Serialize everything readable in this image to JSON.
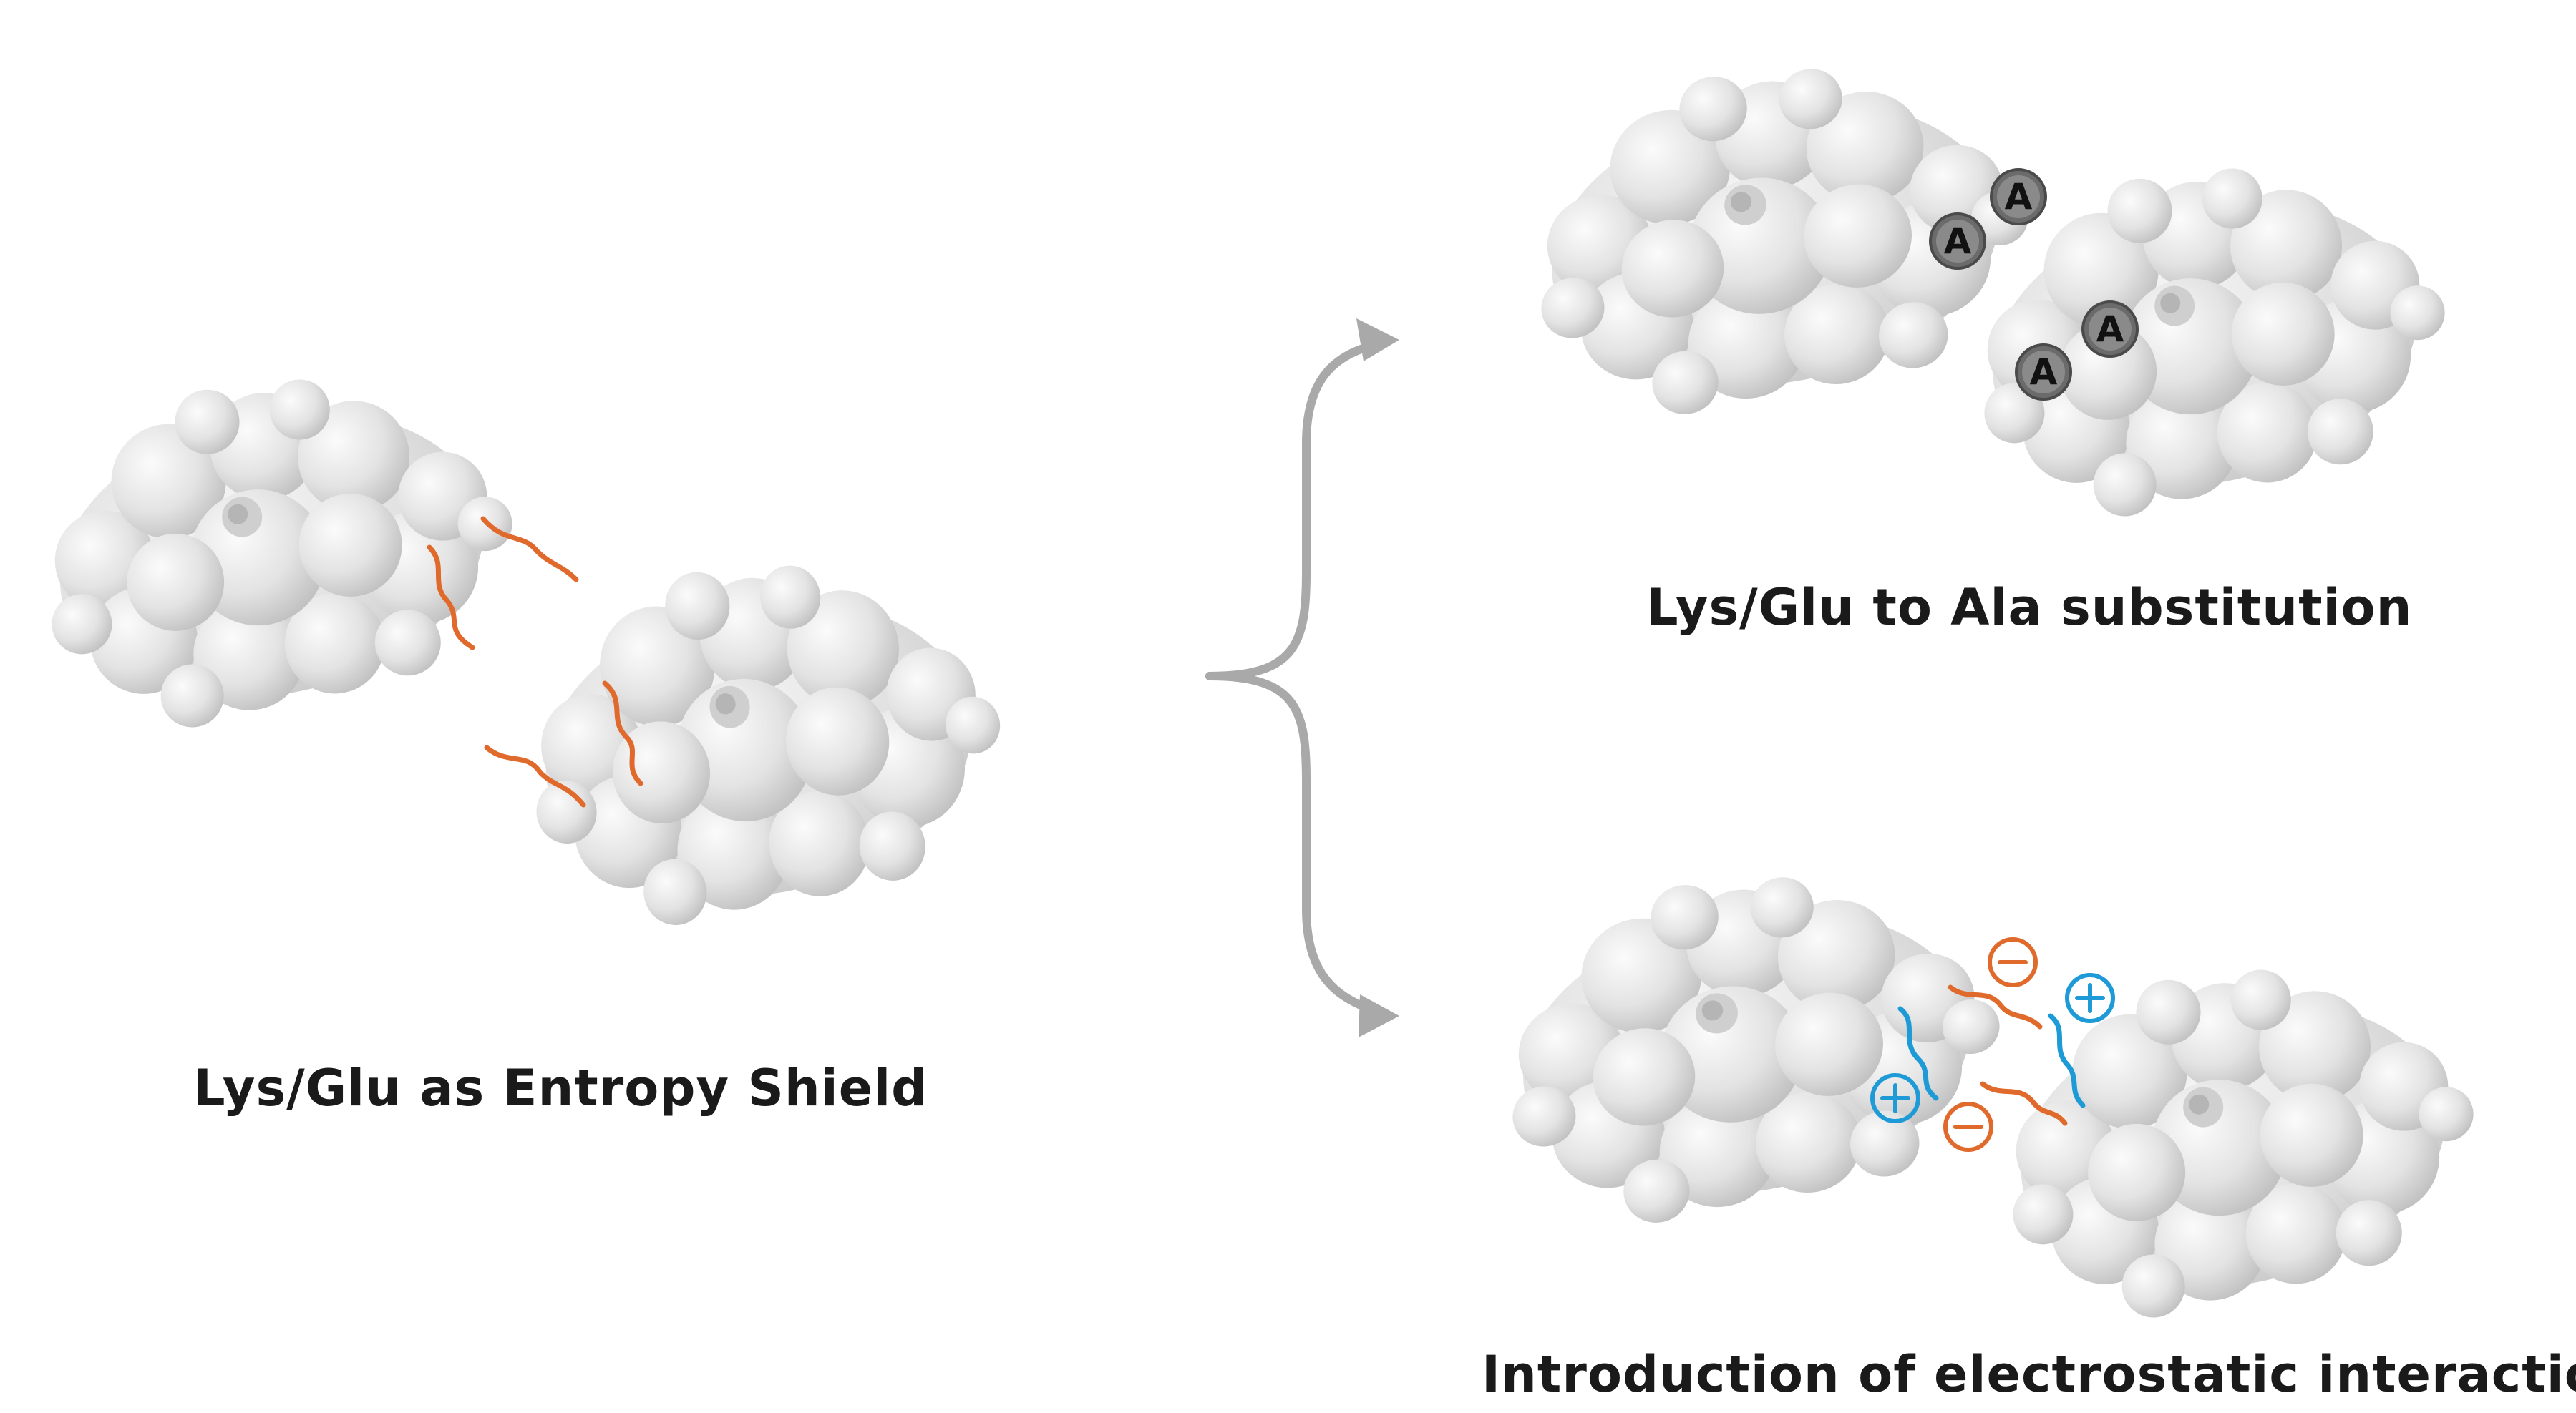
{
  "captions": {
    "left": "Lys/Glu as Entropy Shield",
    "top_right": "Lys/Glu to Ala substitution",
    "bottom_right": "Introduction of electrostatic interactions"
  },
  "mutation_label": "A",
  "colors": {
    "protein_fill": "#dcdcdc",
    "protein_shadow": "#bdbdbd",
    "protein_highlight": "#f4f4f4",
    "glu_chain": "#e06a2c",
    "lys_chain": "#1e9ad6",
    "ala_marker": "#6b6b6b",
    "arrow": "#a9a9a9"
  },
  "icons": [
    "negative-charge-icon",
    "positive-charge-icon",
    "alanine-marker-icon"
  ]
}
